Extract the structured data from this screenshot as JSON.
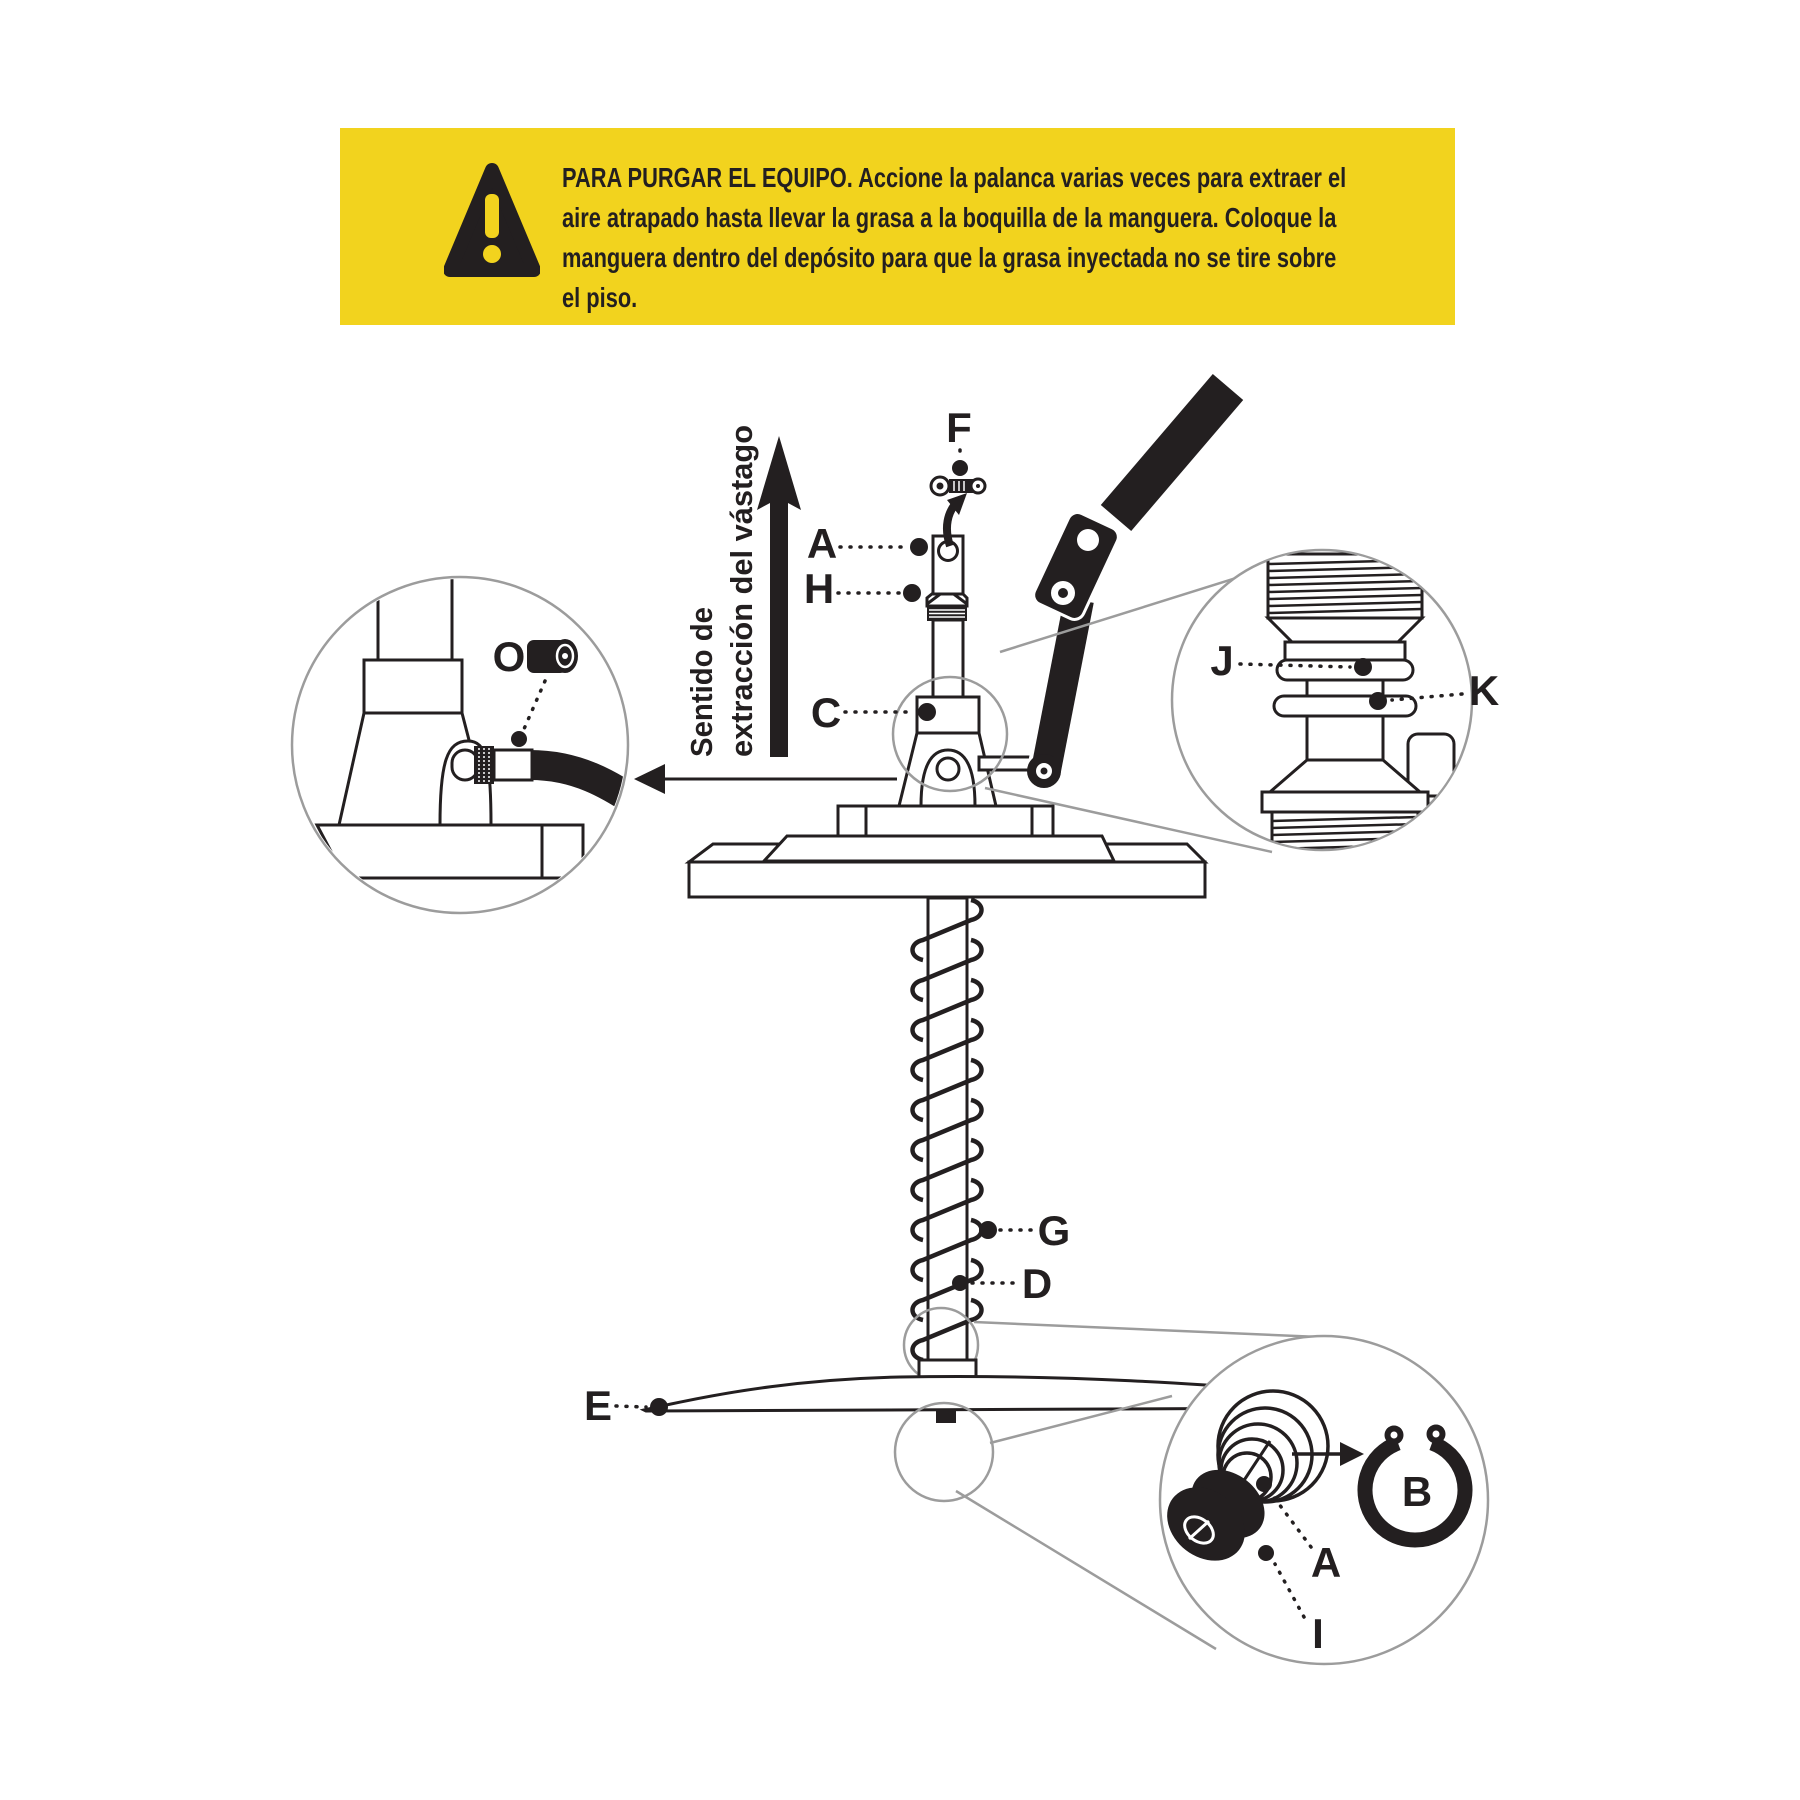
{
  "colors": {
    "banner_bg": "#F2D31E",
    "ink": "#231F20",
    "callout_gray": "#9C9C9C"
  },
  "banner": {
    "icon": "warning-triangle",
    "title": "PARA PURGAR EL EQUIPO.",
    "lines": [
      "Accione la palanca varias veces para extraer el",
      "aire atrapado hasta llevar la grasa a la boquilla de la manguera. Coloque la",
      "manguera dentro del depósito para que la grasa inyectada no se tire sobre",
      "el piso."
    ]
  },
  "diagram": {
    "direction_arrow_label": {
      "line1": "Sentido de",
      "line2": "extracción del vástago"
    },
    "labels": {
      "f": "F",
      "a": "A",
      "h": "H",
      "c": "C",
      "o": "O",
      "j": "J",
      "k": "K",
      "g": "G",
      "d": "D",
      "e": "E",
      "a2": "A",
      "b": "B",
      "i": "I"
    }
  }
}
